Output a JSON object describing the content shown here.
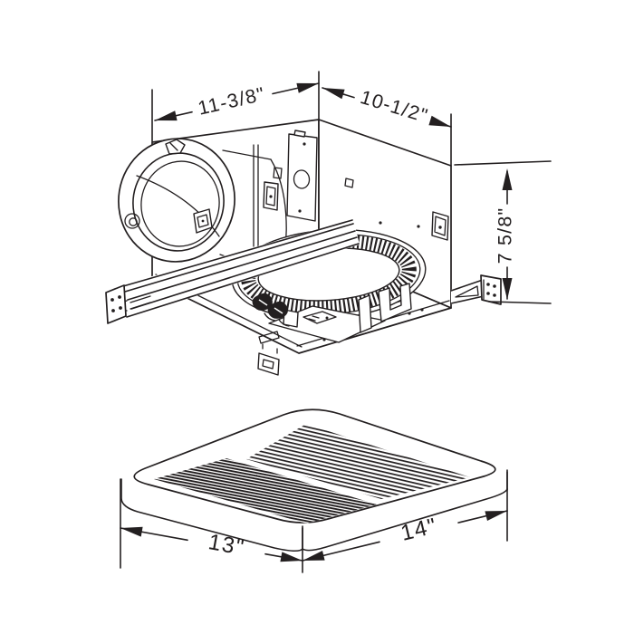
{
  "drawing": {
    "type": "exhaust-fan-dimension-diagram",
    "housing": {
      "width_label": "11-3/8\"",
      "depth_label": "10-1/2\"",
      "height_label": "7 5/8\""
    },
    "grille": {
      "width_label": "13\"",
      "depth_label": "14\""
    },
    "colors": {
      "line": "#231f20",
      "background": "#ffffff"
    }
  }
}
